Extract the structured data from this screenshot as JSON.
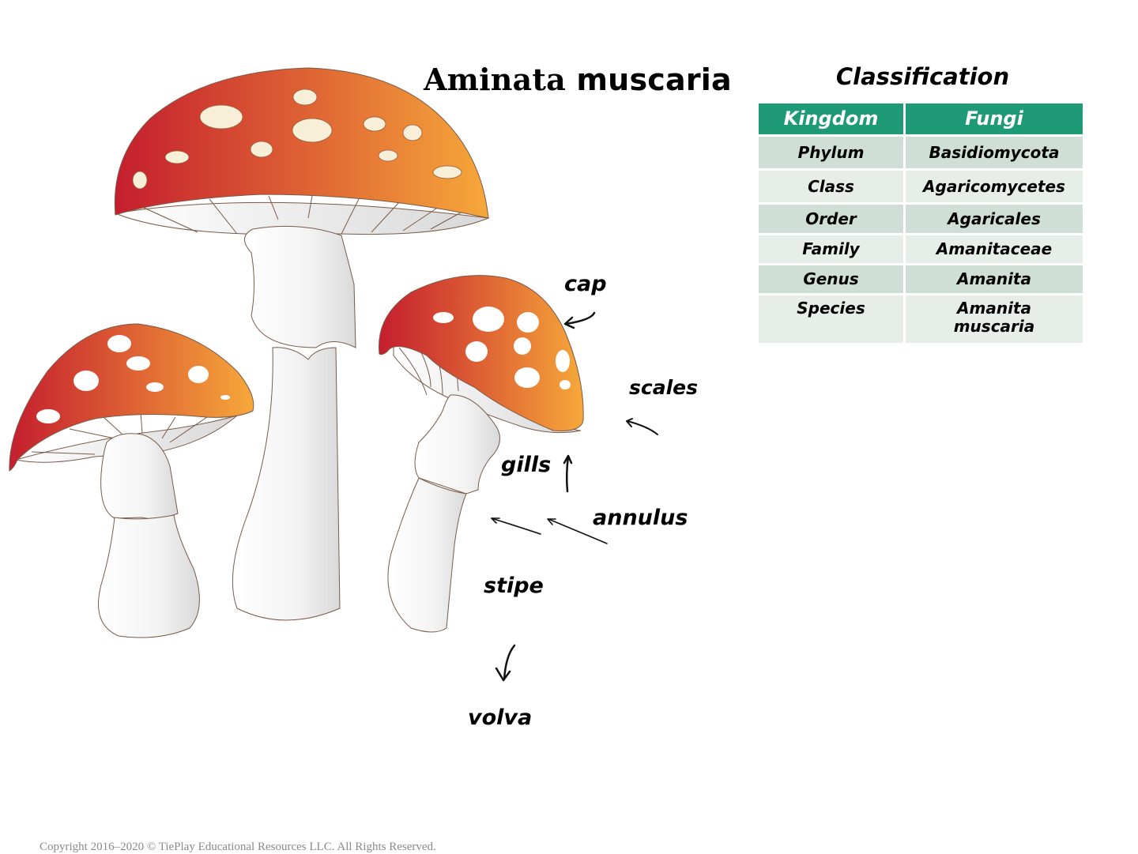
{
  "header": {
    "title_word1": "Aminata",
    "title_word2": "muscaria"
  },
  "classification": {
    "title": "Classification",
    "header_row": {
      "rank": "Kingdom",
      "value": "Fungi"
    },
    "rows": [
      {
        "rank": "Phylum",
        "value": "Basidiomycota"
      },
      {
        "rank": "Class",
        "value": "Agaricomycetes"
      },
      {
        "rank": "Order",
        "value": "Agaricales"
      },
      {
        "rank": "Family",
        "value": "Amanitaceae"
      },
      {
        "rank": "Genus",
        "value": "Amanita"
      },
      {
        "rank": "Species",
        "value_line1": "Amanita",
        "value_line2": "muscaria"
      }
    ],
    "colors": {
      "header_bg": "#1e9a77",
      "row_dark": "#cfded7",
      "row_light": "#e7eeea"
    }
  },
  "diagram": {
    "labels": {
      "cap": "cap",
      "scales": "scales",
      "gills": "gills",
      "annulus": "annulus",
      "stipe": "stipe",
      "volva": "volva"
    },
    "colors": {
      "cap_red": "#c8202f",
      "cap_orange": "#f4a63a",
      "spots": "#f8efd8",
      "stem": "#f4f4f4",
      "outline": "#7a5a48"
    }
  },
  "footer": {
    "copyright": "Copyright 2016–2020 © TiePlay Educational Resources LLC. All Rights Reserved."
  }
}
